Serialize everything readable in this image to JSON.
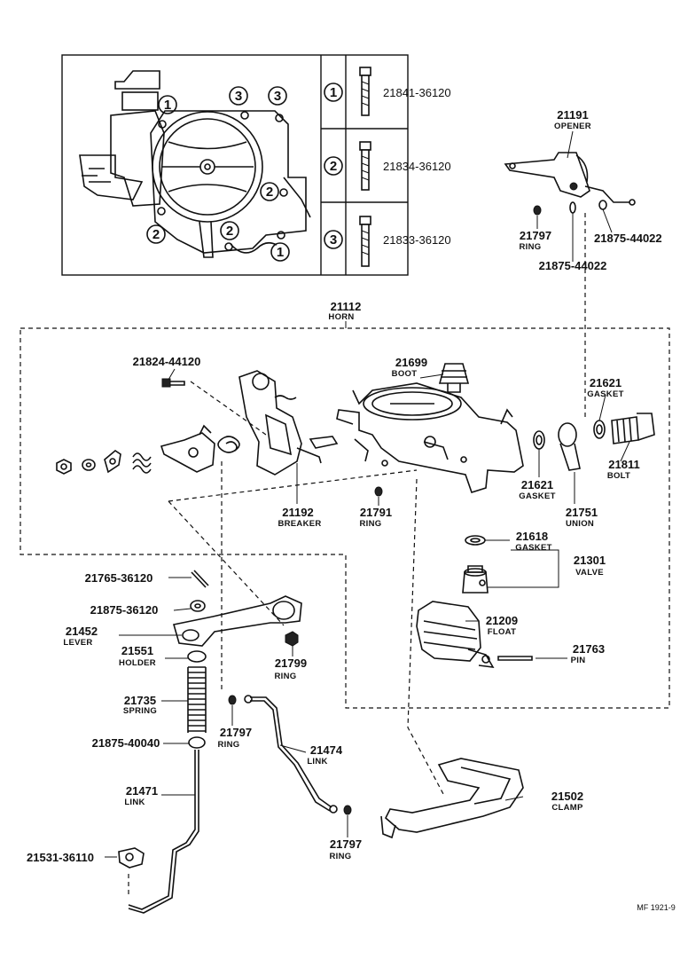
{
  "legend_table": [
    {
      "marker": "1",
      "part": "21841-36120"
    },
    {
      "marker": "2",
      "part": "21834-36120"
    },
    {
      "marker": "3",
      "part": "21833-36120"
    }
  ],
  "inset_markers": [
    "1",
    "3",
    "3",
    "2",
    "2",
    "2",
    "1"
  ],
  "callouts": [
    {
      "id": "opener",
      "number": "21191",
      "name": "OPENER"
    },
    {
      "id": "ring-top",
      "number": "21797",
      "name": "RING"
    },
    {
      "id": "gasket-opener-1",
      "number": "21875-44022",
      "name": ""
    },
    {
      "id": "gasket-opener-2",
      "number": "21875-44022",
      "name": ""
    },
    {
      "id": "horn",
      "number": "21112",
      "name": "HORN"
    },
    {
      "id": "screw",
      "number": "21824-44120",
      "name": ""
    },
    {
      "id": "boot",
      "number": "21699",
      "name": "BOOT"
    },
    {
      "id": "gasket-top",
      "number": "21621",
      "name": "GASKET"
    },
    {
      "id": "bolt",
      "number": "21811",
      "name": "BOLT"
    },
    {
      "id": "gasket-mid",
      "number": "21621",
      "name": "GASKET"
    },
    {
      "id": "union",
      "number": "21751",
      "name": "UNION"
    },
    {
      "id": "breaker",
      "number": "21192",
      "name": "BREAKER"
    },
    {
      "id": "ring-body",
      "number": "21791",
      "name": "RING"
    },
    {
      "id": "gasket-valve",
      "number": "21618",
      "name": "GASKET"
    },
    {
      "id": "valve",
      "number": "21301",
      "name": "VALVE"
    },
    {
      "id": "pin-lever",
      "number": "21765-36120",
      "name": ""
    },
    {
      "id": "washer-lever",
      "number": "21875-36120",
      "name": ""
    },
    {
      "id": "lever",
      "number": "21452",
      "name": "LEVER"
    },
    {
      "id": "holder",
      "number": "21551",
      "name": "HOLDER"
    },
    {
      "id": "ring-lever",
      "number": "21799",
      "name": "RING"
    },
    {
      "id": "float",
      "number": "21209",
      "name": "FLOAT"
    },
    {
      "id": "pin-float",
      "number": "21763",
      "name": "PIN"
    },
    {
      "id": "spring",
      "number": "21735",
      "name": "SPRING"
    },
    {
      "id": "ring-link-upper",
      "number": "21797",
      "name": "RING"
    },
    {
      "id": "link-upper",
      "number": "21474",
      "name": "LINK"
    },
    {
      "id": "washer-spring",
      "number": "21875-40040",
      "name": ""
    },
    {
      "id": "link-lower",
      "number": "21471",
      "name": "LINK"
    },
    {
      "id": "clamp",
      "number": "21502",
      "name": "CLAMP"
    },
    {
      "id": "ring-link-lower",
      "number": "21797",
      "name": "RING"
    },
    {
      "id": "joint",
      "number": "21531-36110",
      "name": ""
    }
  ],
  "reference_code": "MF 1921-9"
}
